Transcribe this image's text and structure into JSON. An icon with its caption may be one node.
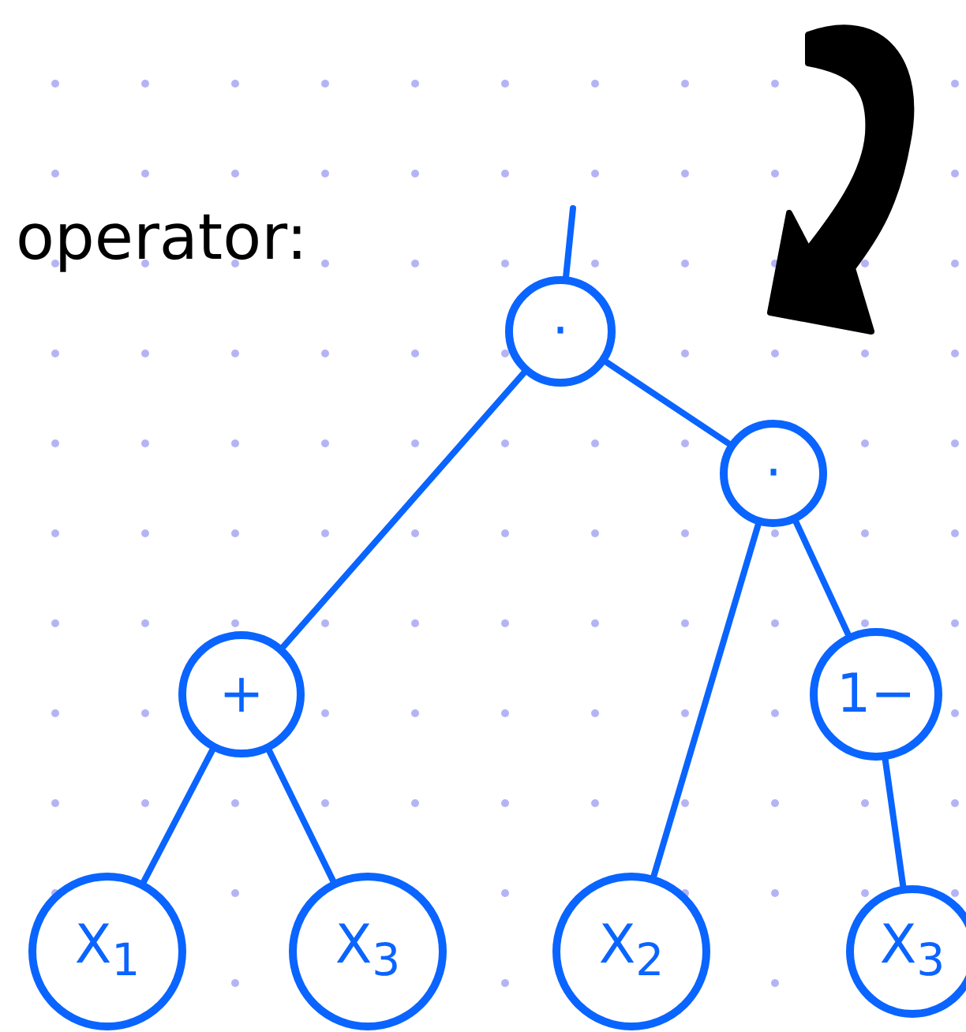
{
  "diagram": {
    "nodes": [
      {
        "text": [
          "·"
        ]
      },
      {
        "text": [
          "·"
        ]
      },
      {
        "text": [
          "+"
        ]
      },
      {
        "text": [
          "1−"
        ]
      },
      {
        "text": [
          "X$_{1}$"
        ]
      },
      {
        "text": [
          "X$_{3}$"
        ]
      },
      {
        "text": [
          "X$_{2}$"
        ]
      },
      {
        "text": [
          "X$_{3}$"
        ]
      }
    ],
    "edges": [
      {
        "from": null,
        "to": 0,
        "arrow": "none"
      },
      {
        "from": 0,
        "to": 2,
        "arrow": "none"
      },
      {
        "from": 0,
        "to": 1,
        "arrow": "none"
      },
      {
        "from": 2,
        "to": 4,
        "arrow": "none"
      },
      {
        "from": 2,
        "to": 5,
        "arrow": "none"
      },
      {
        "from": 1,
        "to": 6,
        "arrow": "none"
      },
      {
        "from": 1,
        "to": 3,
        "arrow": "none"
      },
      {
        "from": 3,
        "to": 7,
        "arrow": "none"
      }
    ],
    "labels": [
      "operator:"
    ]
  }
}
